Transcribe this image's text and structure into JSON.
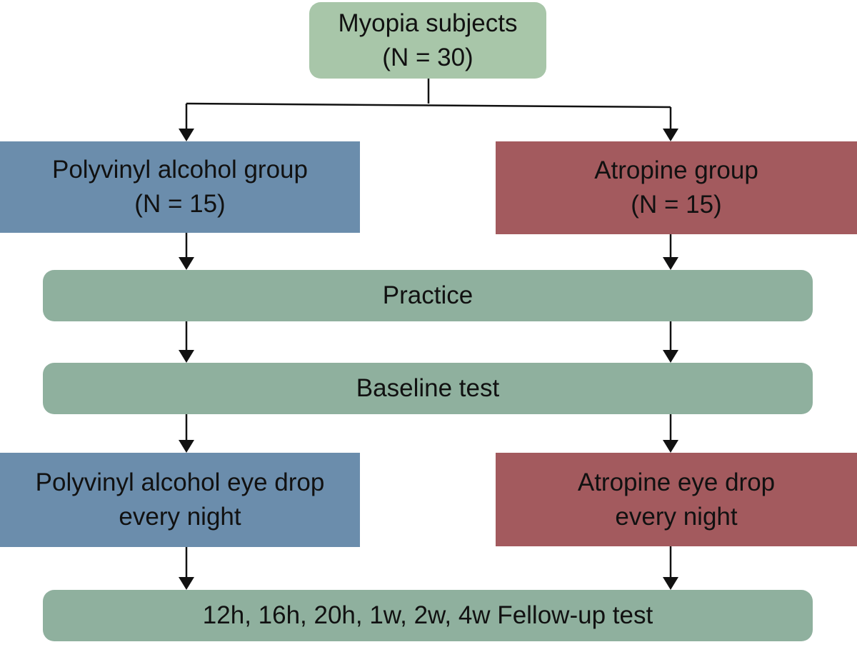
{
  "colors": {
    "green": "#a8c6a9",
    "teal": "#8fb09e",
    "blue": "#6b8dac",
    "red": "#a35a5e",
    "arrow": "#111111"
  },
  "root": {
    "line1": "Myopia subjects",
    "line2": "(N = 30)"
  },
  "groups": {
    "left": {
      "line1": "Polyvinyl alcohol group",
      "line2": "(N = 15)"
    },
    "right": {
      "line1": "Atropine group",
      "line2": "(N = 15)"
    }
  },
  "practice": {
    "label": "Practice"
  },
  "baseline": {
    "label": "Baseline test"
  },
  "treatments": {
    "left": {
      "line1": "Polyvinyl alcohol eye drop",
      "line2": "every night"
    },
    "right": {
      "line1": "Atropine eye drop",
      "line2": "every night"
    }
  },
  "followup": {
    "label": "12h, 16h, 20h, 1w, 2w, 4w Fellow-up test"
  }
}
